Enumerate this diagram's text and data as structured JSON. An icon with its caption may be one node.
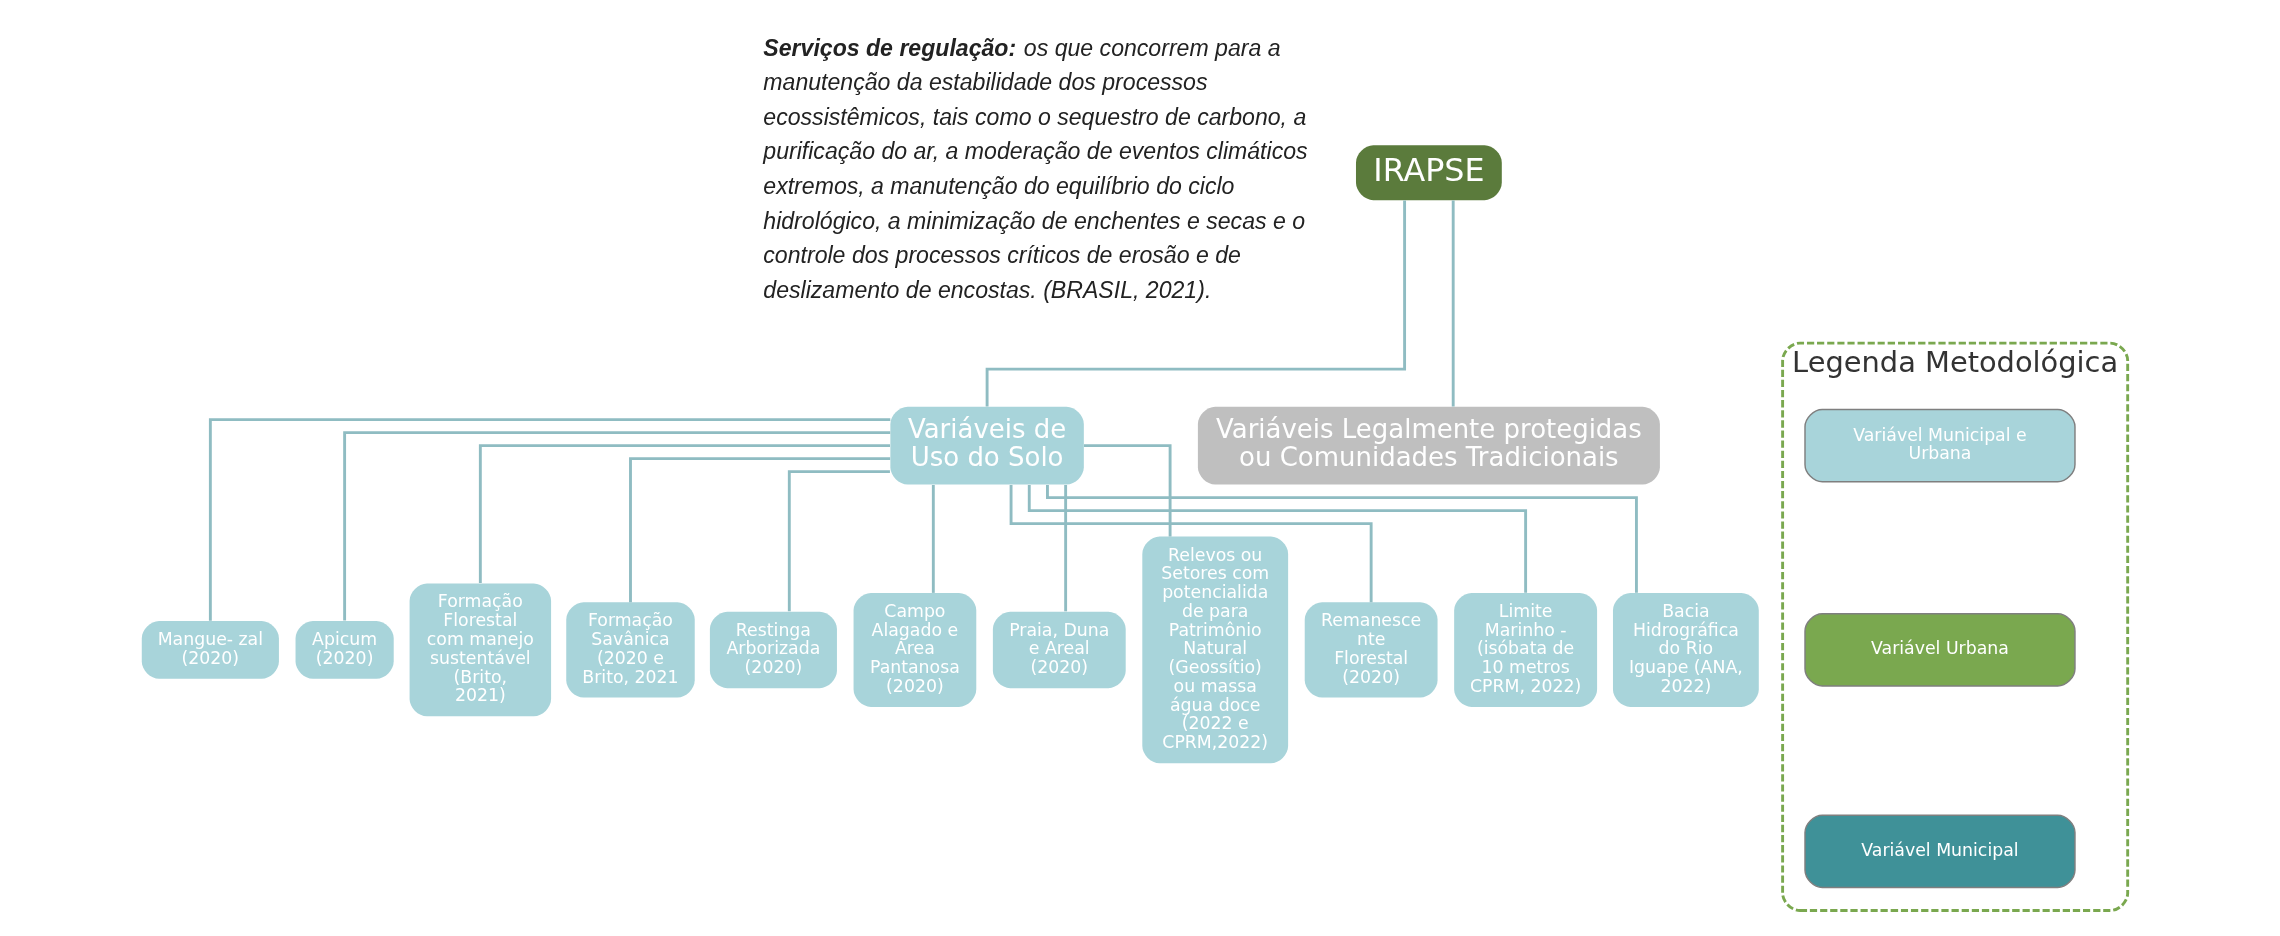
{
  "diagram": {
    "nodes": [
      {
        "text": [
          "IRAPSE"
        ]
      },
      {
        "text": [
          "Variáveis de Uso do Solo"
        ]
      },
      {
        "text": [
          "Variáveis Legalmente protegidas ou Comunidades Tradicionais"
        ]
      },
      {
        "text": [
          "Mangue- zal (2020)"
        ]
      },
      {
        "text": [
          "Apicum (2020)"
        ]
      },
      {
        "text": [
          "Formação Florestal com manejo sustentável (Brito, 2021)"
        ]
      },
      {
        "text": [
          "Formação Savânica (2020 e Brito, 2021"
        ]
      },
      {
        "text": [
          "Restinga Arborizada (2020)"
        ]
      },
      {
        "text": [
          "Campo Alagado e Área Pantanosa (2020)"
        ]
      },
      {
        "text": [
          "Praia, Duna e Areal (2020)"
        ]
      },
      {
        "text": [
          "Relevos ou Setores com potencialidade para Patrimônio Natural (Geossítio) ou massa água doce (2022 e CPRM,2022)"
        ]
      },
      {
        "text": [
          "Remanesce nte Florestal (2020)"
        ]
      },
      {
        "text": [
          "Limite Marinho - (isóbata de 10 metros CPRM, 2022)"
        ]
      },
      {
        "text": [
          "Bacia Hidrográfica do Rio Iguape (ANA, 2022)"
        ]
      },
      {
        "text": [
          "Legenda Metodológica"
        ]
      }
    ],
    "edges": [
      {
        "from": 0,
        "to": 1,
        "arrow": "none"
      },
      {
        "from": 0,
        "to": 2,
        "arrow": "none"
      },
      {
        "from": 1,
        "to": 3,
        "arrow": "none"
      },
      {
        "from": 1,
        "to": 4,
        "arrow": "none"
      },
      {
        "from": 1,
        "to": 5,
        "arrow": "none"
      },
      {
        "from": 1,
        "to": 6,
        "arrow": "none"
      },
      {
        "from": 1,
        "to": 7,
        "arrow": "none"
      },
      {
        "from": 1,
        "to": 8,
        "arrow": "none"
      },
      {
        "from": 1,
        "to": 9,
        "arrow": "none"
      },
      {
        "from": 1,
        "to": 10,
        "arrow": "none"
      },
      {
        "from": 1,
        "to": 11,
        "arrow": "none"
      },
      {
        "from": 1,
        "to": 12,
        "arrow": "none"
      },
      {
        "from": 1,
        "to": 13,
        "arrow": "none"
      }
    ],
    "labels": [
      "**Serviços de regulação:** os que concorrem para a manutenção da estabilidade dos processos ecossistêmicos, tais como o sequestro de carbono, a purificação do ar, a moderação de eventos climáticos extremos, a manutenção do equilíbrio do ciclo hidrológico, a minimização de enchentes e secas e o controle dos processos críticos de erosão e de deslizamento de encostas. (BRASIL, 2021)."
    ],
    "legend": [
      {
        "text": "Variável Municipal e Urbana",
        "color": "#a8d4da"
      },
      {
        "text": "Variável Urbana",
        "color": "#7aa84f"
      },
      {
        "text": "Variável Municipal",
        "color": "#3f9198"
      }
    ]
  }
}
